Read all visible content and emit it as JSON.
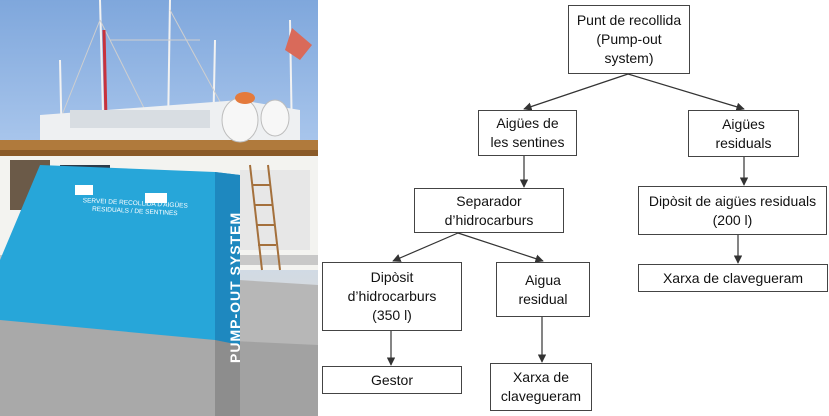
{
  "photo": {
    "panel_text": "SERVEI DE RECOLLIDA D'AIGÜES\nRESIDUALS / DE SENTINES",
    "vertical_text": "PUMP-OUT SYSTEM"
  },
  "diagram": {
    "nodes": [
      {
        "id": "pump_out",
        "label": "Punt de recollida\n(Pump-out\nsystem)"
      },
      {
        "id": "sentines",
        "label": "Aigües de\nles sentines"
      },
      {
        "id": "residuals",
        "label": "Aigües\nresiduals"
      },
      {
        "id": "separador",
        "label": "Separador\nd’hidrocarburs"
      },
      {
        "id": "diposit_residuals",
        "label": "Dipòsit de aigües residuals\n(200 l)"
      },
      {
        "id": "diposit_hidro",
        "label": "Dipòsit\nd’hidrocarburs\n(350 l)"
      },
      {
        "id": "aigua_residual",
        "label": "Aigua\nresidual"
      },
      {
        "id": "xarxa_right",
        "label": "Xarxa de clavegueram"
      },
      {
        "id": "gestor",
        "label": "Gestor"
      },
      {
        "id": "xarxa_bottom",
        "label": "Xarxa de\nclavegueram"
      }
    ],
    "edges": [
      [
        "pump_out",
        "sentines"
      ],
      [
        "pump_out",
        "residuals"
      ],
      [
        "sentines",
        "separador"
      ],
      [
        "residuals",
        "diposit_residuals"
      ],
      [
        "separador",
        "diposit_hidro"
      ],
      [
        "separador",
        "aigua_residual"
      ],
      [
        "diposit_residuals",
        "xarxa_right"
      ],
      [
        "diposit_hidro",
        "gestor"
      ],
      [
        "aigua_residual",
        "xarxa_bottom"
      ]
    ]
  }
}
